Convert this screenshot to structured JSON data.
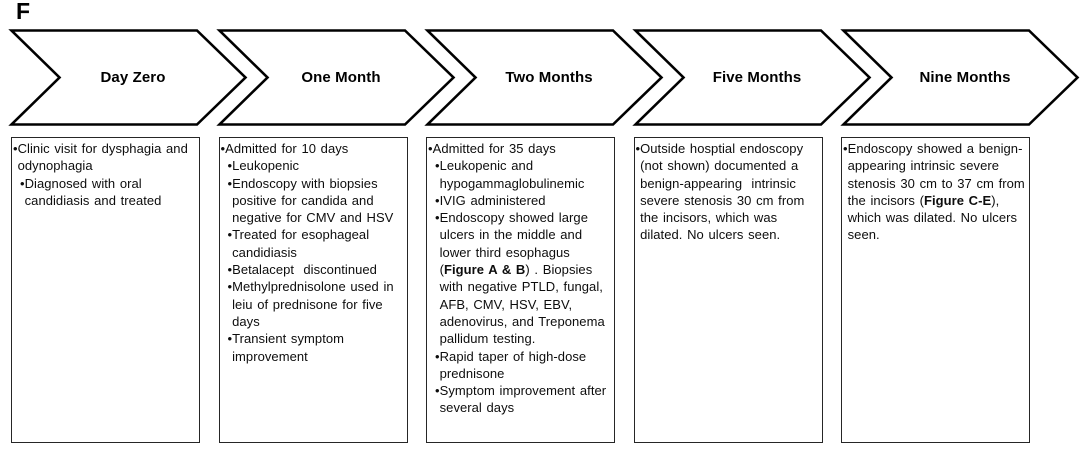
{
  "figure_label": "F",
  "colors": {
    "outline": "#000000",
    "box_border": "#262626",
    "text": "#0d0d0d",
    "background": "#ffffff"
  },
  "timeline": {
    "stages": [
      {
        "label": "Day Zero",
        "bullets": [
          {
            "level": 1,
            "segments": [
              {
                "text": "Clinic visit for dysphagia and odynophagia"
              }
            ]
          },
          {
            "level": 2,
            "segments": [
              {
                "text": "Diagnosed with oral candidiasis and treated"
              }
            ]
          }
        ]
      },
      {
        "label": "One Month",
        "bullets": [
          {
            "level": 1,
            "segments": [
              {
                "text": "Admitted for 10 days"
              }
            ]
          },
          {
            "level": 2,
            "segments": [
              {
                "text": "Leukopenic"
              }
            ]
          },
          {
            "level": 2,
            "segments": [
              {
                "text": "Endoscopy with biopsies positive for candida and negative for CMV and HSV"
              }
            ]
          },
          {
            "level": 2,
            "segments": [
              {
                "text": "Treated for esophageal candidiasis"
              }
            ]
          },
          {
            "level": 2,
            "segments": [
              {
                "text": "Betalacept  discontinued"
              }
            ]
          },
          {
            "level": 2,
            "segments": [
              {
                "text": "Methylprednisolone used in leiu of prednisone for five days"
              }
            ]
          },
          {
            "level": 2,
            "segments": [
              {
                "text": "Transient symptom improvement"
              }
            ]
          }
        ]
      },
      {
        "label": "Two Months",
        "bullets": [
          {
            "level": 1,
            "segments": [
              {
                "text": "Admitted for 35 days"
              }
            ]
          },
          {
            "level": 2,
            "segments": [
              {
                "text": "Leukopenic and hypogammaglobulinemic"
              }
            ]
          },
          {
            "level": 2,
            "segments": [
              {
                "text": "IVIG administered"
              }
            ]
          },
          {
            "level": 2,
            "segments": [
              {
                "text": "Endoscopy showed large ulcers in the middle and lower third esophagus ("
              },
              {
                "text": "Figure A & B",
                "bold": true
              },
              {
                "text": ") . Biopsies with negative PTLD, fungal, AFB, CMV, HSV, EBV, adenovirus, and Treponema pallidum testing."
              }
            ]
          },
          {
            "level": 2,
            "segments": [
              {
                "text": "Rapid taper of high-dose prednisone"
              }
            ]
          },
          {
            "level": 2,
            "segments": [
              {
                "text": "Symptom improvement after several days"
              }
            ]
          }
        ]
      },
      {
        "label": "Five Months",
        "bullets": [
          {
            "level": 1,
            "segments": [
              {
                "text": "Outside hosptial endoscopy (not shown) documented a benign-appearing  intrinsic severe stenosis 30 cm from the incisors, which was dilated. No ulcers seen."
              }
            ]
          }
        ]
      },
      {
        "label": "Nine Months",
        "bullets": [
          {
            "level": 1,
            "segments": [
              {
                "text": "Endoscopy showed a benign-appearing intrinsic severe stenosis 30 cm to 37 cm from the incisors ("
              },
              {
                "text": "Figure C-E",
                "bold": true
              },
              {
                "text": "), which was dilated. No ulcers seen."
              }
            ]
          }
        ]
      }
    ]
  }
}
